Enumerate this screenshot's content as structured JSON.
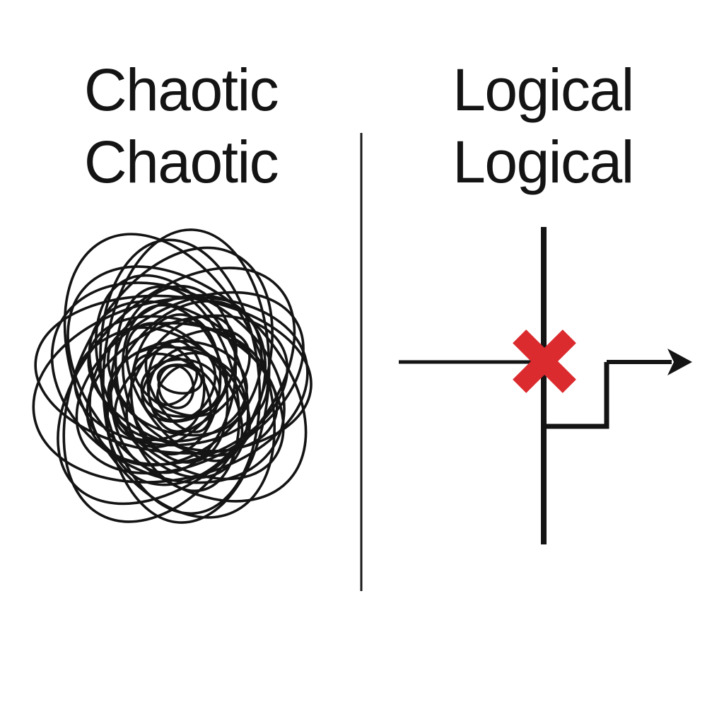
{
  "left_panel": {
    "label_line1": "Chaotic",
    "label_line2": "Chaotic",
    "figure": "tangled-scribble"
  },
  "right_panel": {
    "label_line1": "Logical",
    "label_line2": "Logical",
    "figure": "blocked-path-detour-arrow"
  },
  "colors": {
    "ink": "#141414",
    "divider": "#1a1a1a",
    "blocked_x": "#db2b2f"
  }
}
